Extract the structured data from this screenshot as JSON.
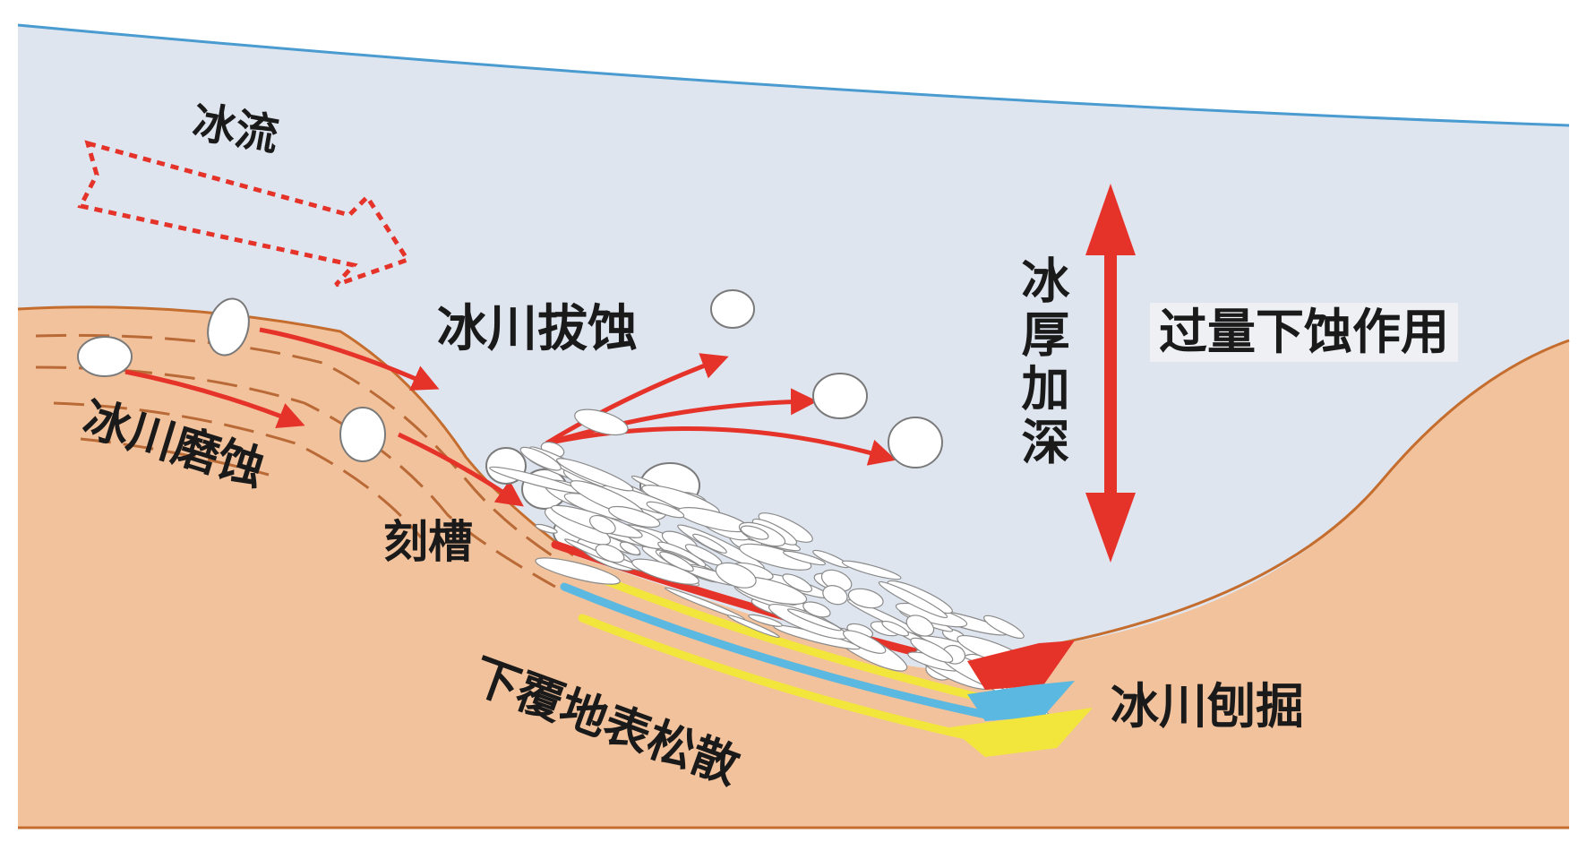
{
  "labels": {
    "ice_flow": "冰流",
    "glacial_plucking": "冰川拔蚀",
    "glacial_abrasion": "冰川磨蚀",
    "groove": "刻槽",
    "loose_substrate": "下覆地表松散",
    "ice_thickening": "冰厚加深",
    "over_deepening": "过量下蚀作用",
    "glacial_quarrying": "冰川刨掘"
  },
  "colors": {
    "ice": "#dfe5ef",
    "ice_surface_line": "#4a9bd0",
    "bedrock": "#f2c29c",
    "bedrock_edge": "#c46d2e",
    "strata_dash": "#b96a36",
    "arrow_red": "#e5332a",
    "arrow_blue": "#5bb8e0",
    "arrow_yellow": "#f2e63c",
    "boulder_fill": "#ffffff",
    "boulder_stroke": "#7a7a7a"
  },
  "icons": [
    "dashed-flow-arrow-icon",
    "double-headed-arrow-icon",
    "boulder-icon"
  ]
}
